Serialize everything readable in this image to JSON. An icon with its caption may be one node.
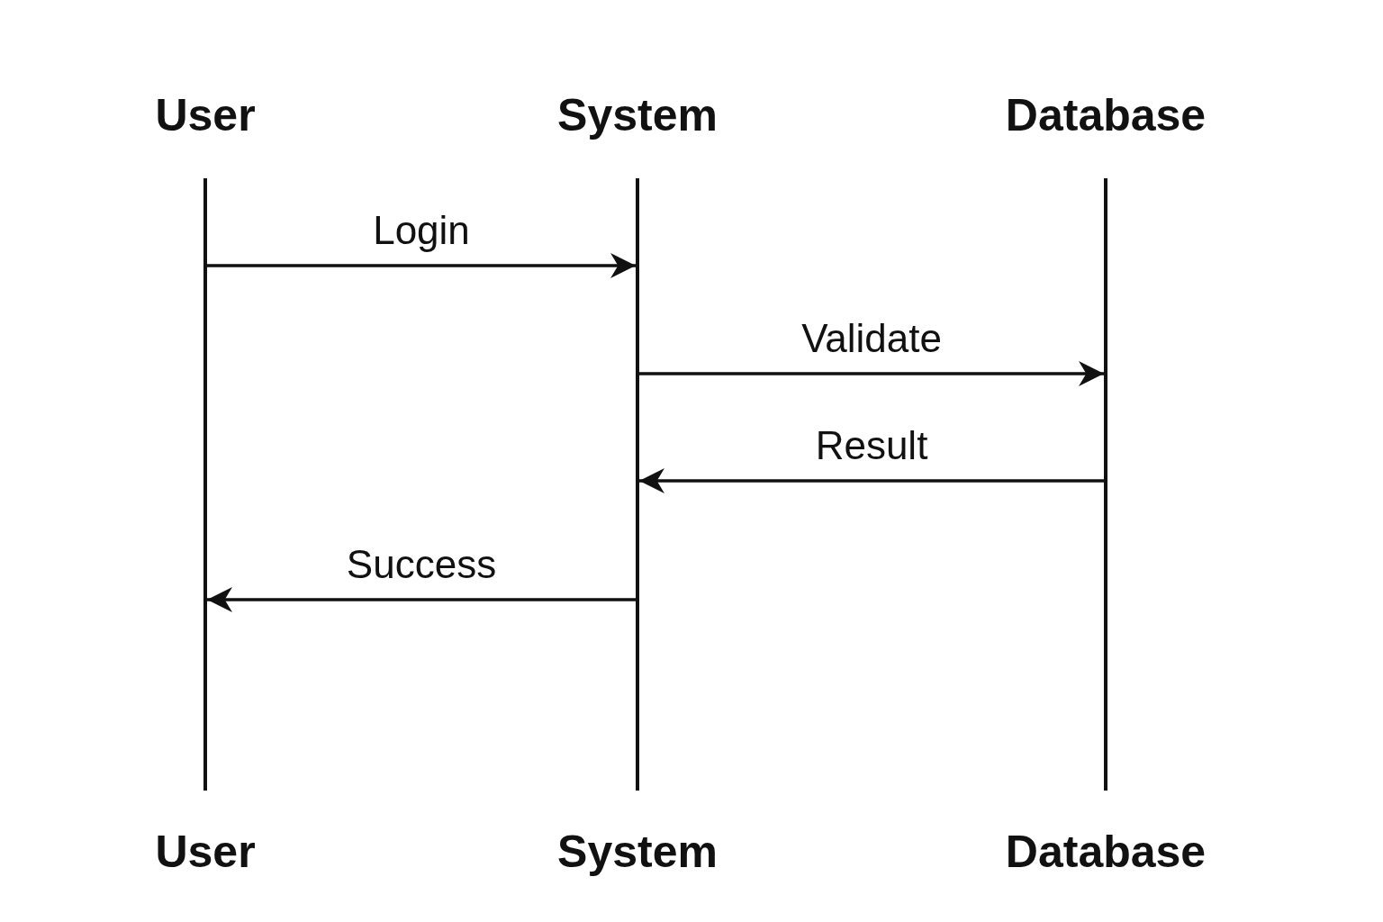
{
  "diagram": {
    "nodes": [
      {
        "text": [
          "User",
          "User"
        ]
      },
      {
        "text": [
          "System",
          "System"
        ]
      },
      {
        "text": [
          "Database",
          "Database"
        ]
      }
    ],
    "edges": [
      {
        "from": 0,
        "to": 1,
        "arrow": "to",
        "label": "Login"
      },
      {
        "from": 1,
        "to": 2,
        "arrow": "to",
        "label": "Validate"
      },
      {
        "from": 2,
        "to": 1,
        "arrow": "to",
        "label": "Result"
      },
      {
        "from": 1,
        "to": 0,
        "arrow": "to",
        "label": "Success"
      }
    ]
  }
}
